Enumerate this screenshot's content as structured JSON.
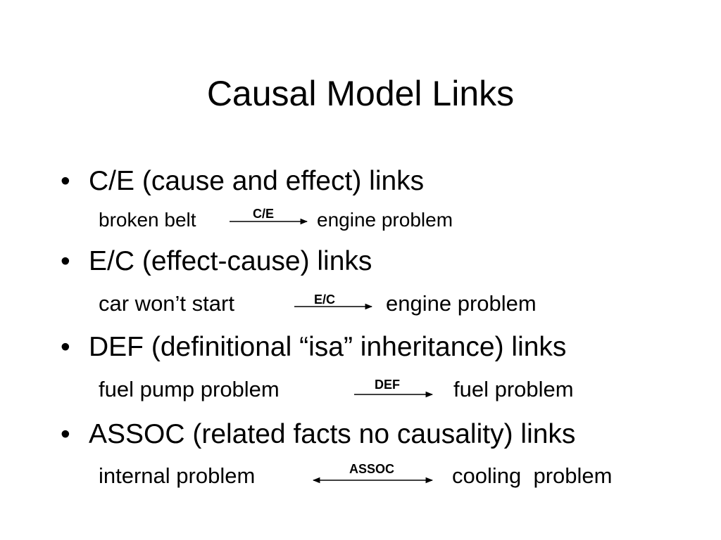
{
  "title": "Causal Model Links",
  "bullet_char": "•",
  "items": [
    {
      "text": "C/E (cause and effect) links",
      "example": {
        "from": "broken belt",
        "label": "C/E",
        "to": "engine problem",
        "arrow": "right"
      }
    },
    {
      "text": "E/C (effect-cause) links",
      "example": {
        "from": "car won’t start",
        "label": "E/C",
        "to": "engine problem",
        "arrow": "right"
      }
    },
    {
      "text": "DEF (definitional “isa” inheritance) links",
      "example": {
        "from": "fuel pump problem",
        "label": "DEF",
        "to": "fuel problem",
        "arrow": "right"
      }
    },
    {
      "text": "ASSOC (related facts no causality) links",
      "example": {
        "from": "internal problem",
        "label": "ASSOC",
        "to": "cooling  problem",
        "arrow": "both"
      }
    }
  ]
}
